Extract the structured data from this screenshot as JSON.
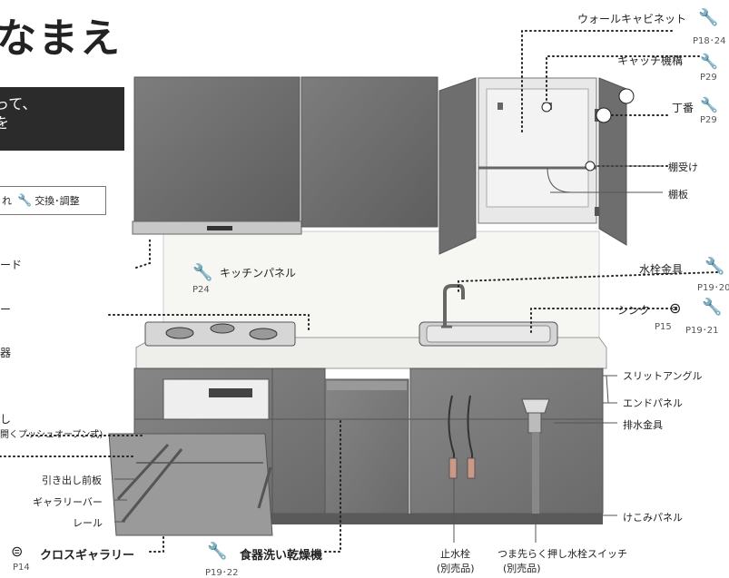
{
  "title": "なまえ",
  "banner": {
    "line1": "って、",
    "line2": "を"
  },
  "legend": {
    "partial": "れ",
    "exchange": "交換･調整"
  },
  "left_labels": {
    "hood": "ード",
    "panel": "ー",
    "stove": "器",
    "drawer_a": "し",
    "drawer_b": "開くプッシュオープン式)"
  },
  "labels": {
    "wall_cabinet": "ウォールキャビネット",
    "wall_cabinet_page": "P18･24",
    "catch": "キャッチ機構",
    "catch_page": "P29",
    "hinge": "丁番",
    "hinge_page": "P29",
    "shelf_support": "棚受け",
    "shelf": "棚板",
    "faucet": "水栓金具",
    "faucet_page": "P19･20",
    "sink": "シンク",
    "sink_page1": "P15",
    "sink_page2": "P19･21",
    "kitchen_panel": "キッチンパネル",
    "kitchen_panel_page": "P24",
    "slit_angle": "スリットアングル",
    "end_panel": "エンドパネル",
    "drain": "排水金具",
    "front_board": "引き出し前板",
    "gallery_bar": "ギャラリーバー",
    "rail": "レール",
    "cross_gallery": "クロスギャラリー",
    "cross_gallery_page": "P14",
    "dishwasher": "食器洗い乾燥機",
    "dishwasher_page": "P19･22",
    "stop_valve_a": "止水栓",
    "stop_valve_b": "(別売品)",
    "toe_switch_a": "つま先らく押し水栓スイッチ",
    "toe_switch_b": "(別売品)",
    "kickboard": "けこみパネル"
  }
}
